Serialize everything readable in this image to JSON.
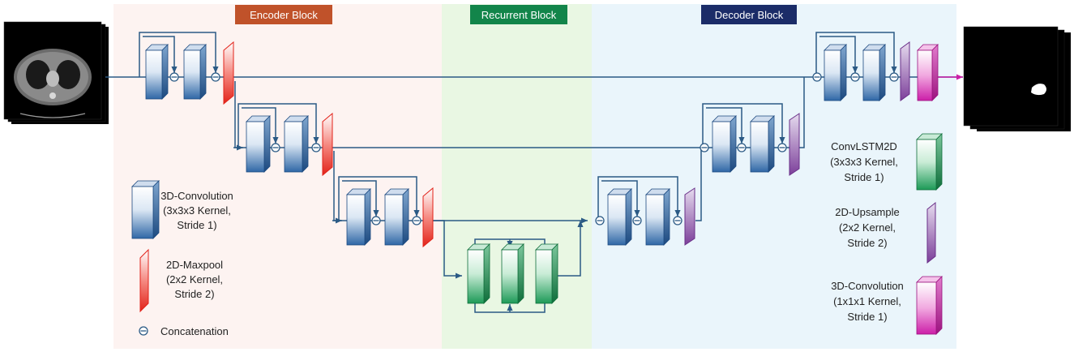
{
  "sections": {
    "encoder": "Encoder Block",
    "recurrent": "Recurrent Block",
    "decoder": "Decoder Block"
  },
  "legend": {
    "conv3d": [
      "3D-Convolution",
      "(3x3x3 Kernel,",
      "Stride 1)"
    ],
    "maxpool": [
      "2D-Maxpool",
      "(2x2 Kernel,",
      "Stride 2)"
    ],
    "concat": "Concatenation",
    "convlstm": [
      "ConvLSTM2D",
      "(3x3x3 Kernel,",
      "Stride 1)"
    ],
    "upsample": [
      "2D-Upsample",
      "(2x2 Kernel,",
      "Stride 2)"
    ],
    "conv1x1": [
      "3D-Convolution",
      "(1x1x1 Kernel,",
      "Stride 1)"
    ]
  },
  "colors": {
    "encoder_bg": "#fdf3f1",
    "recurrent_bg": "#e9f7e3",
    "decoder_bg": "#eaf5fb",
    "encoder_title_bg": "#c0522a",
    "recurrent_title_bg": "#12854a",
    "decoder_title_bg": "#1b2c68",
    "conv_blue": "#2f67a6",
    "lstm_green": "#1d9a57",
    "maxpool_red": "#e2231a",
    "upsample_purple": "#7c3f9a",
    "conv1x1_magenta": "#cc1fa8",
    "line": "#2b5a85"
  }
}
